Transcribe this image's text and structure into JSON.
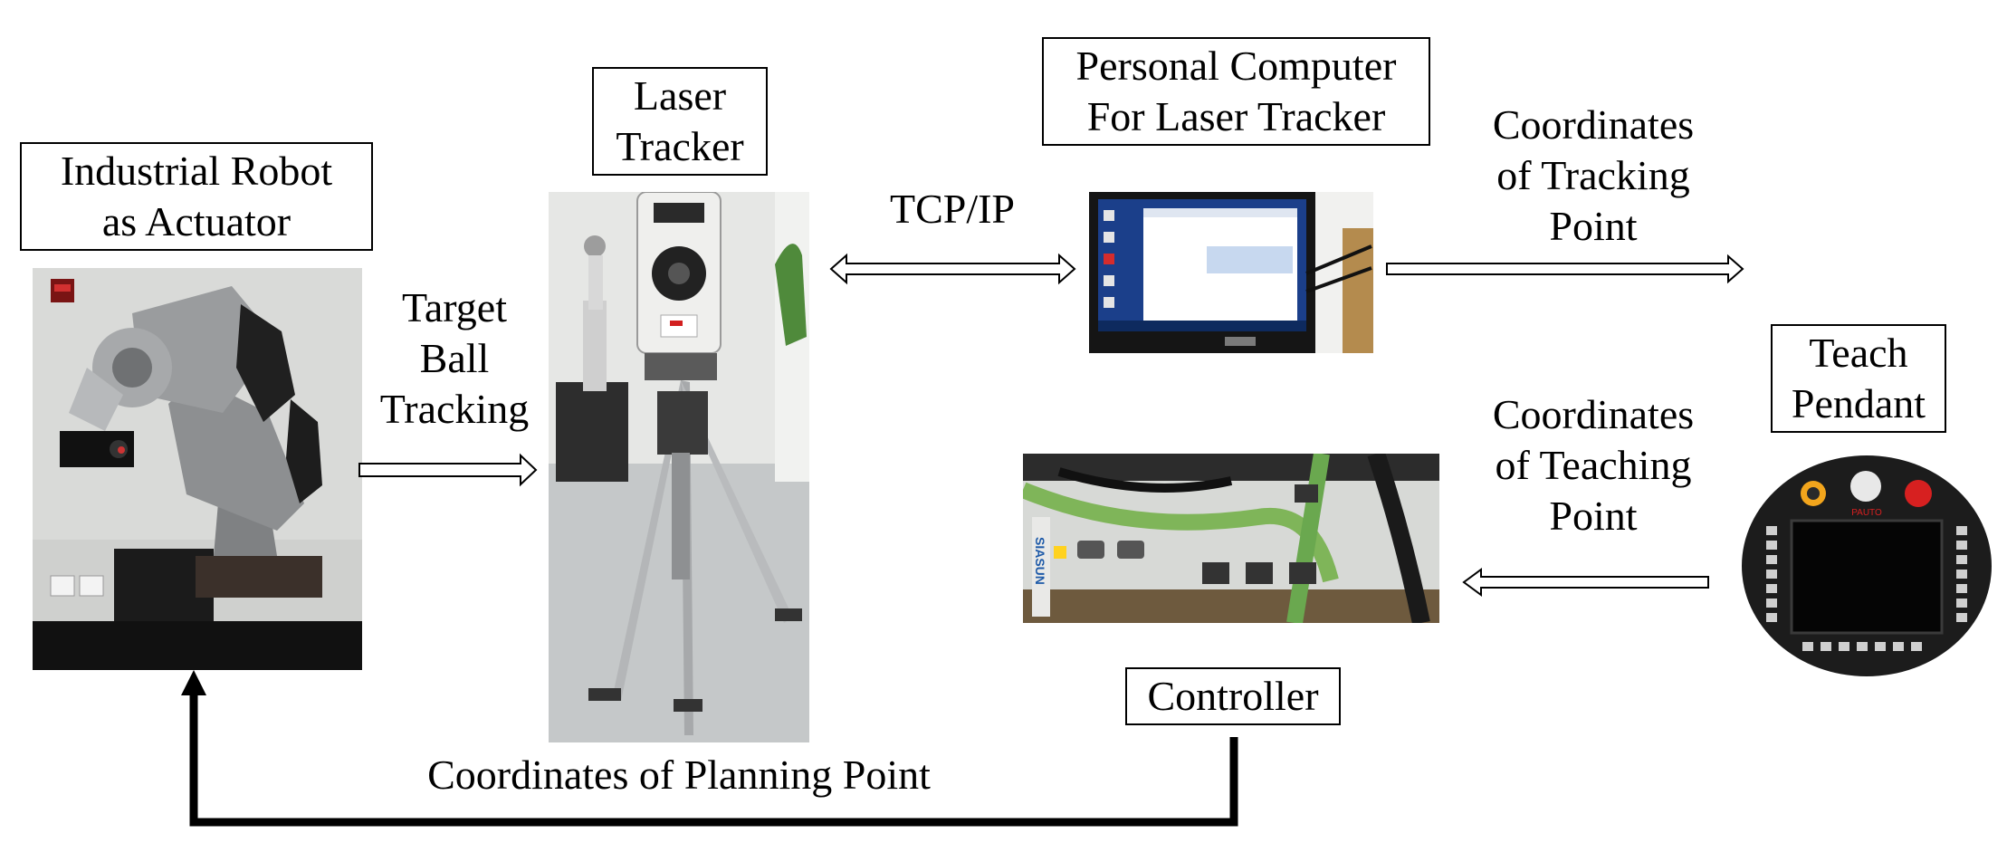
{
  "labels": {
    "robot": [
      "Industrial Robot",
      "as Actuator"
    ],
    "laser_tracker": [
      "Laser",
      "Tracker"
    ],
    "pc": [
      "Personal Computer",
      "For Laser Tracker"
    ],
    "teach_pendant": [
      "Teach",
      "Pendant"
    ],
    "controller": "Controller",
    "target_ball": [
      "Target",
      "Ball",
      "Tracking"
    ],
    "tcpip": "TCP/IP",
    "coord_tracking": [
      "Coordinates",
      "of Tracking",
      "Point"
    ],
    "coord_teaching": [
      "Coordinates",
      "of Teaching",
      "Point"
    ],
    "coord_planning": "Coordinates of Planning Point"
  },
  "device_text": {
    "controller_brand": "SIASUN",
    "pendant_brand": "PAUTO"
  },
  "colors": {
    "line": "#000000",
    "arrow_fill": "#ffffff",
    "wall": "#d9dad8",
    "robot_metal": "#8a8c8e",
    "tracker_body": "#e8e8e6",
    "screen": "#1a1a1a",
    "cable_green": "#6aa84f",
    "pendant_body": "#1c1c1c"
  },
  "icons": {
    "robot": "industrial-robot-photo",
    "tracker": "laser-tracker-photo",
    "pc": "laptop-photo",
    "controller": "controller-photo",
    "pendant": "teach-pendant-photo"
  }
}
